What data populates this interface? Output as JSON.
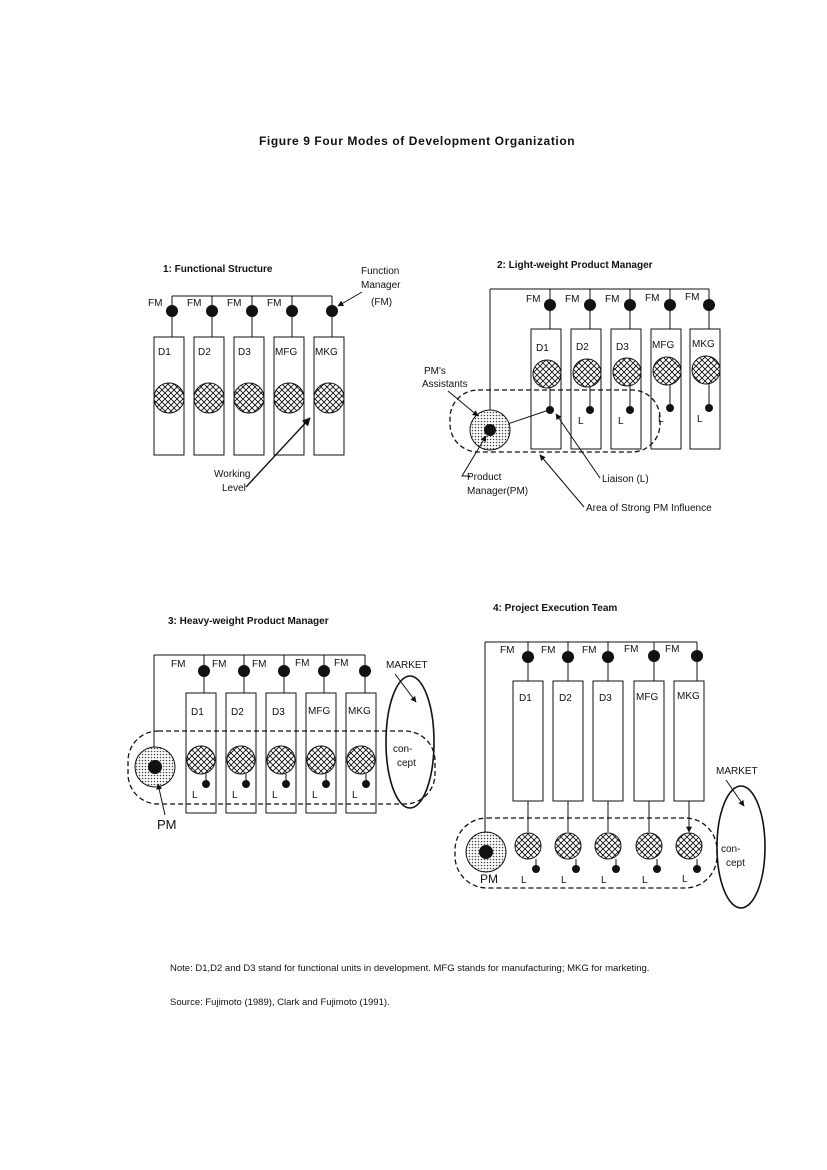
{
  "title": "Figure 9   Four Modes of Development Organization",
  "panel1": {
    "heading": "1:   Functional  Structure",
    "fm": [
      "FM",
      "FM",
      "FM",
      "FM"
    ],
    "units": [
      "D1",
      "D2",
      "D3",
      "MFG",
      "MKG"
    ],
    "fm_callout": [
      "Function",
      "Manager",
      "(FM)"
    ],
    "working_level": [
      "Working",
      "Level"
    ]
  },
  "panel2": {
    "heading": "2:    Light-weight  Product  Manager",
    "fm": [
      "FM",
      "FM",
      "FM",
      "FM",
      "FM"
    ],
    "units": [
      "D1",
      "D2",
      "D3",
      "MFG",
      "MKG"
    ],
    "liaison_marks": [
      "L",
      "L",
      "L",
      "L"
    ],
    "pm_assistants": [
      "PM's",
      "Assistants"
    ],
    "product_manager": [
      "Product",
      "Manager(PM)"
    ],
    "liaison_label": "Liaison (L)",
    "influence_label": "Area of  Strong PM Influence"
  },
  "panel3": {
    "heading": "3:    Heavy-weight  Product  Manager",
    "fm": [
      "FM",
      "FM",
      "FM",
      "FM",
      "FM"
    ],
    "units": [
      "D1",
      "D2",
      "D3",
      "MFG",
      "MKG"
    ],
    "liaison_marks": [
      "L",
      "L",
      "L",
      "L",
      "L"
    ],
    "pm": "PM",
    "market": "MARKET",
    "concept": [
      "con-",
      "cept"
    ]
  },
  "panel4": {
    "heading": "4:    Project  Execution  Team",
    "fm": [
      "FM",
      "FM",
      "FM",
      "FM",
      "FM"
    ],
    "units": [
      "D1",
      "D2",
      "D3",
      "MFG",
      "MKG"
    ],
    "liaison_marks": [
      "L",
      "L",
      "L",
      "L",
      "L"
    ],
    "pm": "PM",
    "market": "MARKET",
    "concept": [
      "con-",
      "cept"
    ]
  },
  "note": "Note: D1,D2 and D3 stand for functional units in development. MFG stands for manufacturing; MKG for marketing.",
  "source": "Source: Fujimoto (1989), Clark and Fujimoto (1991)."
}
